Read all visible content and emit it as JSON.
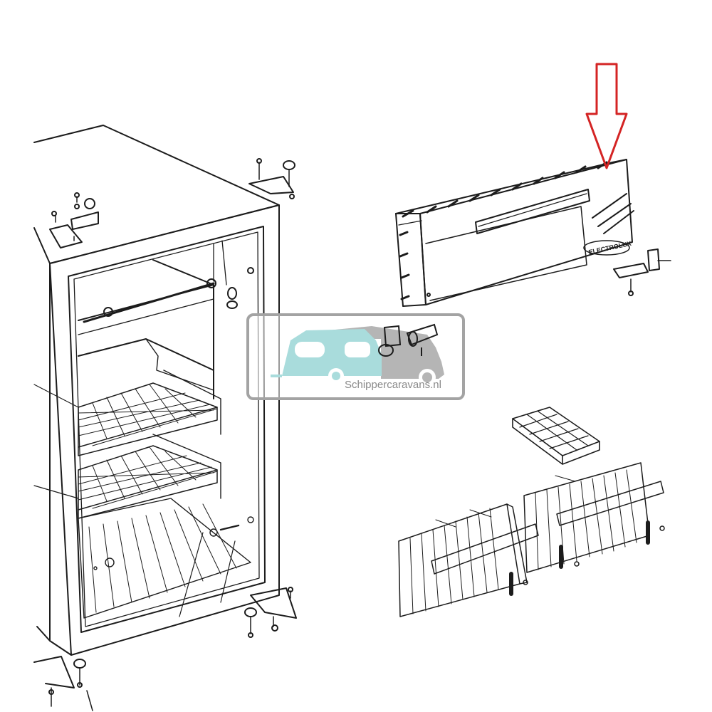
{
  "watermark": {
    "text": "Schippercaravans.nl",
    "colors": {
      "caravan": "#a9dcdc",
      "camper": "#b5b5b5",
      "frame": "#a3a3a3"
    }
  },
  "door_logo": {
    "text": "ELECTROLUX"
  },
  "indicator_arrow": {
    "color": "#d42424",
    "points_to": "top edge of freezer door"
  },
  "line_color": "#1c1c1c"
}
